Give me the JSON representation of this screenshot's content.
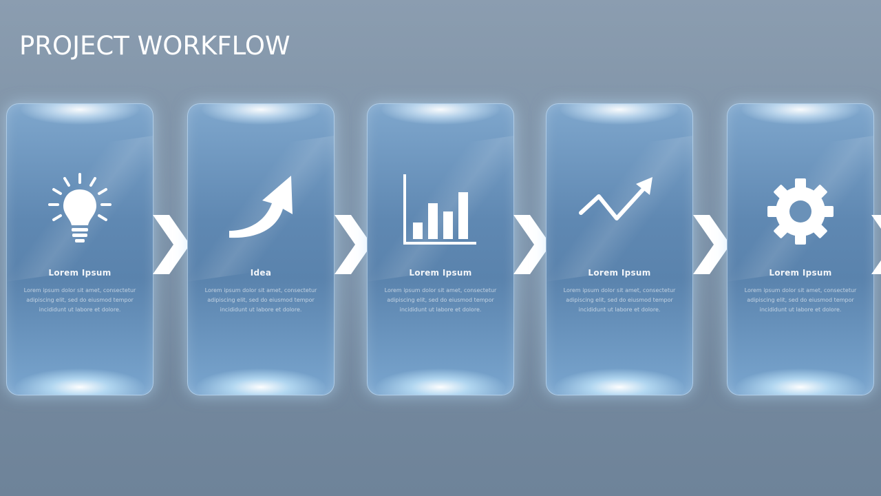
{
  "title": "PROJECT WORKFLOW",
  "steps": [
    {
      "icon": "lightbulb-icon",
      "heading": "Lorem Ipsum",
      "body": "Lorem ipsum dolor sit amet, consectetur adipiscing elit, sed do eiusmod tempor incididunt ut labore et dolore."
    },
    {
      "icon": "curved-arrow-icon",
      "heading": "Idea",
      "body": "Lorem ipsum dolor sit amet, consectetur adipiscing elit, sed do eiusmod tempor incididunt ut labore et dolore."
    },
    {
      "icon": "bar-chart-icon",
      "heading": "Lorem Ipsum",
      "body": "Lorem ipsum dolor sit amet, consectetur adipiscing elit, sed do eiusmod tempor incididunt ut labore et dolore."
    },
    {
      "icon": "trend-line-icon",
      "heading": "Lorem Ipsum",
      "body": "Lorem ipsum dolor sit amet, consectetur adipiscing elit, sed do eiusmod tempor incididunt ut labore et dolore."
    },
    {
      "icon": "gear-icon",
      "heading": "Lorem Ipsum",
      "body": "Lorem ipsum dolor sit amet, consectetur adipiscing elit, sed do eiusmod tempor incididunt ut labore et dolore."
    }
  ],
  "connector_icon": "chevron-right-icon",
  "colors": {
    "background": "#7a8fa4",
    "panel": "#5f88b2",
    "glow": "#ffffff",
    "text": "#ffffff"
  }
}
